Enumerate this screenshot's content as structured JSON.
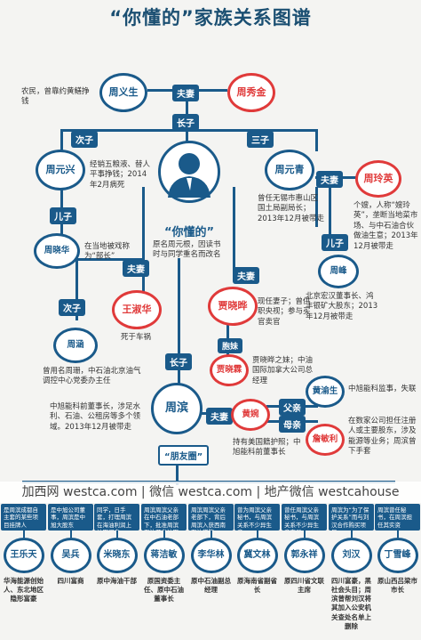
{
  "title": "“你懂的”家族关系图谱",
  "watermark": "加西网 westca.com | 微信 westca.com | 地产微信 westcahouse",
  "people": {
    "zhou_yisheng": "周义生",
    "zhou_xiujin": "周秀金",
    "center_name": "“你懂的”",
    "zhou_yuanxing": "周元兴",
    "zhou_yuanqing": "周元青",
    "zhou_lingying": "周玲英",
    "zhou_xiaohua": "周晓华",
    "wang_shuhua": "王淑华",
    "jia_xiaoye": "贾晓晔",
    "zhou_feng": "周峰",
    "zhou_han": "周涵",
    "jia_xiaolin": "贾晓霖",
    "zhou_bin": "周滨",
    "huang_wan": "黄婉",
    "huang_xujun": "黄渝生",
    "zhan_minli": "詹敏利",
    "friends_circle": "“朋友圈”"
  },
  "relations": {
    "couple1": "夫妻",
    "eldest_son": "长子",
    "second_son": "次子",
    "third_son": "三子",
    "son1": "儿子",
    "couple2": "夫妻",
    "son2": "儿子",
    "couple3": "夫妻",
    "couple4": "夫妻",
    "second_son2": "次子",
    "sister": "胞妹",
    "eldest_son2": "长子",
    "couple5": "夫妻",
    "father_in_law": "父亲",
    "mother_in_law": "母亲"
  },
  "descriptions": {
    "zhou_yisheng": "农民，曾靠约黄鳝挣钱",
    "zhou_yuanxing": "经销五粮液、替人平事挣钱；2014年2月病死",
    "zhou_xiaohua": "在当地被戏称为“部长”",
    "center": "原名周元根，因读书时与同学重名而改名",
    "zhou_yuanqing": "曾任无锡市惠山区国土局副局长；2013年12月被带走",
    "zhou_lingying": "个嫂，人称“嫂玲英”，垄断当地菜市场、与中石油合伙做油生意；2013年12月被带走",
    "zhou_feng": "北京宏汉董事长、鸿丰银矿大股东；2013年12月被带走",
    "wang_shuhua": "死于车祸",
    "jia_xiaoye": "现任妻子；曾供职央视；参与买官卖官",
    "zhou_han": "曾用名周珊，中石油北京油气调控中心党委办主任",
    "jia_xiaolin": "贾晓晔之妹；中油国际加拿大公司总经理",
    "zhou_bin": "中旭能科前董事长，涉足水利、石油、公租房等多个领域。2013年12月被带走",
    "huang_xujun": "中旭能科监事，失联",
    "huang_wan": "持有美国籍护照；中旭能科前董事长",
    "zhan_minli": "在数家公司担任注册人或主要股东，涉及能源等业务；周滨曾下手套"
  },
  "friends": [
    {
      "name": "王乐天",
      "box": "是周滨成都自主套的某些项目挂牌人",
      "desc": "华海能源创始人、东北地区隐形富豪"
    },
    {
      "name": "吴兵",
      "box": "是中旭公司董事，周滨是中旭大股东",
      "desc": "四川富商"
    },
    {
      "name": "米晓东",
      "box": "同学，日手套，打理周滨在海油利润上油田买卖",
      "desc": "原中海油干部"
    },
    {
      "name": "蒋洁敏",
      "box": "周滨周滨父亲在中石油老部下，批准周滨石油开发油田",
      "desc": "原国资委主任、原中石油董事长"
    },
    {
      "name": "李华林",
      "box": "周滨周滨父亲老部下，背后周滨入获西南石油学院",
      "desc": "原中石油副总经理"
    },
    {
      "name": "冀文林",
      "box": "曾为周滨父亲秘书，与周滨关系不少异生意",
      "desc": "原海南省副省长"
    },
    {
      "name": "郭永祥",
      "box": "曾任周滨父亲秘书，与周滨关系不少异生意交易",
      "desc": "原四川省文联主席"
    },
    {
      "name": "刘汉",
      "box": "周滨为“为了保护关系”而与刘汉合作购买项目",
      "desc": "四川富豪，黑社会头目；周滨曾帮刘汉将其加入公安机关查处名单上删除"
    },
    {
      "name": "丁雪峰",
      "box": "周滨曾任秘书，在周滨担任其实资",
      "desc": "原山西吕梁市市长"
    }
  ],
  "colors": {
    "blue": "#1a5a8a",
    "red": "#e03a3a"
  }
}
